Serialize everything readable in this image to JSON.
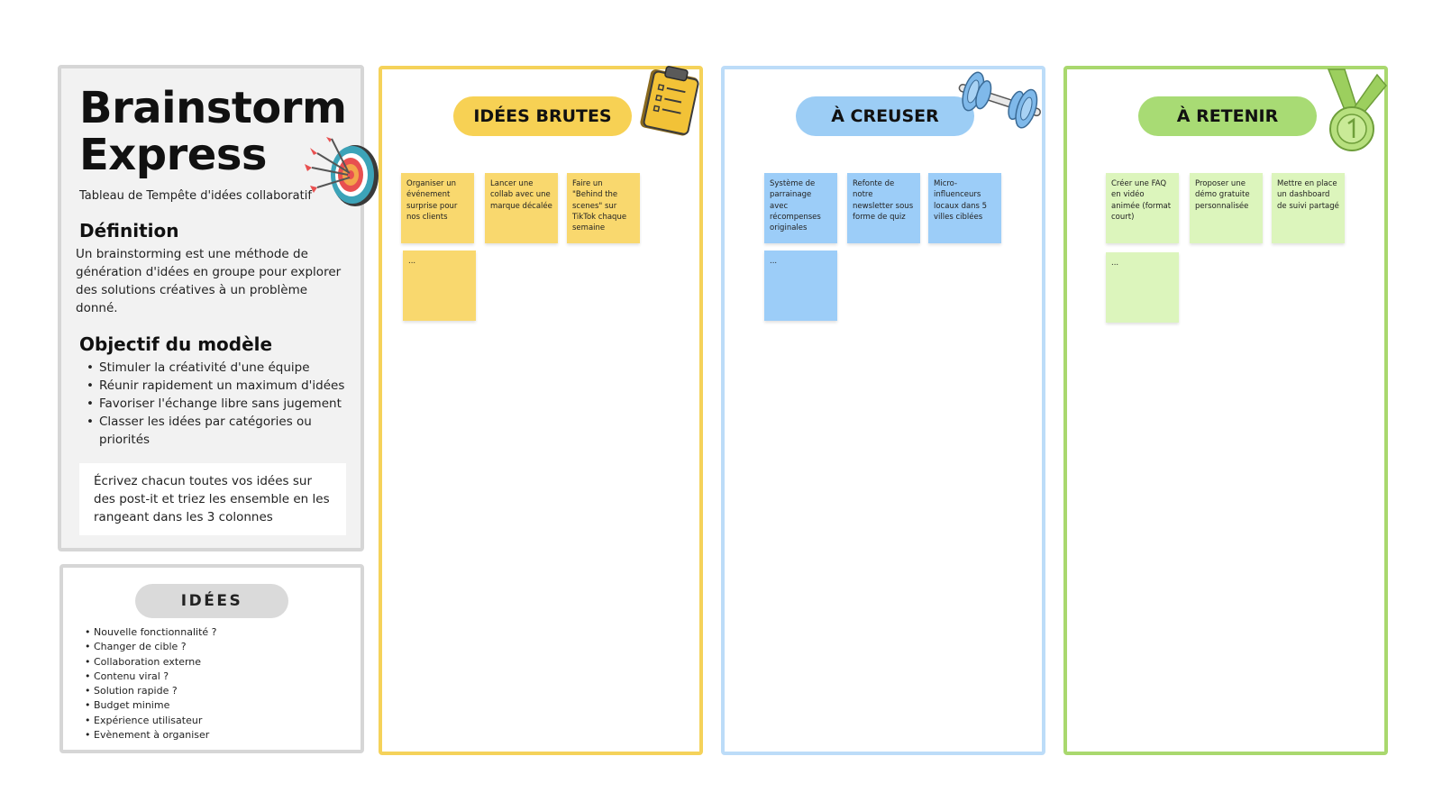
{
  "info": {
    "title_line1": "Brainstorm",
    "title_line2": "Express",
    "subtitle": "Tableau de Tempête d'idées collaboratif",
    "definition_heading": "Définition",
    "definition_text": "Un brainstorming est une méthode de génération d'idées en groupe pour explorer des solutions créatives à un problème donné.",
    "objective_heading": "Objectif du modèle",
    "objectives": [
      "Stimuler la créativité d'une équipe",
      "Réunir rapidement un maximum d'idées",
      "Favoriser l'échange libre sans jugement",
      "Classer les idées par catégories ou priorités"
    ],
    "instruction": "Écrivez chacun toutes vos idées sur des post-it et triez les ensemble en les rangeant dans les 3 colonnes",
    "icon": "target-with-darts-icon"
  },
  "ideas_panel": {
    "title": "IDÉES",
    "items": [
      "Nouvelle fonctionnalité ?",
      "Changer de cible ?",
      "Collaboration externe",
      "Contenu viral ?",
      "Solution rapide ?",
      "Budget minime",
      "Expérience utilisateur",
      "Evènement à organiser"
    ]
  },
  "columns": [
    {
      "title": "IDÉES BRUTES",
      "icon": "clipboard-icon",
      "border_color": "#f5d25a",
      "pill_color": "#f7d154",
      "note_color": "#f9d86e",
      "notes": [
        "Organiser un événement surprise pour nos clients",
        "Lancer une collab avec une marque décalée",
        "Faire un \"Behind the scenes\" sur TikTok chaque semaine",
        "..."
      ]
    },
    {
      "title": "À CREUSER",
      "icon": "dumbbell-icon",
      "border_color": "#bcdcf8",
      "pill_color": "#9ccdf5",
      "note_color": "#9ccdf8",
      "notes": [
        "Système de parrainage avec récompenses originales",
        "Refonte de notre newsletter sous forme de quiz",
        "Micro-influenceurs locaux dans 5 villes ciblées",
        "..."
      ]
    },
    {
      "title": "À RETENIR",
      "icon": "medal-icon",
      "border_color": "#a9d86e",
      "pill_color": "#a8db74",
      "note_color": "#dcf5bc",
      "notes": [
        "Créer une FAQ en vidéo animée (format court)",
        "Proposer une démo gratuite personnalisée",
        "Mettre en place un dashboard de suivi partagé",
        "..."
      ]
    }
  ]
}
